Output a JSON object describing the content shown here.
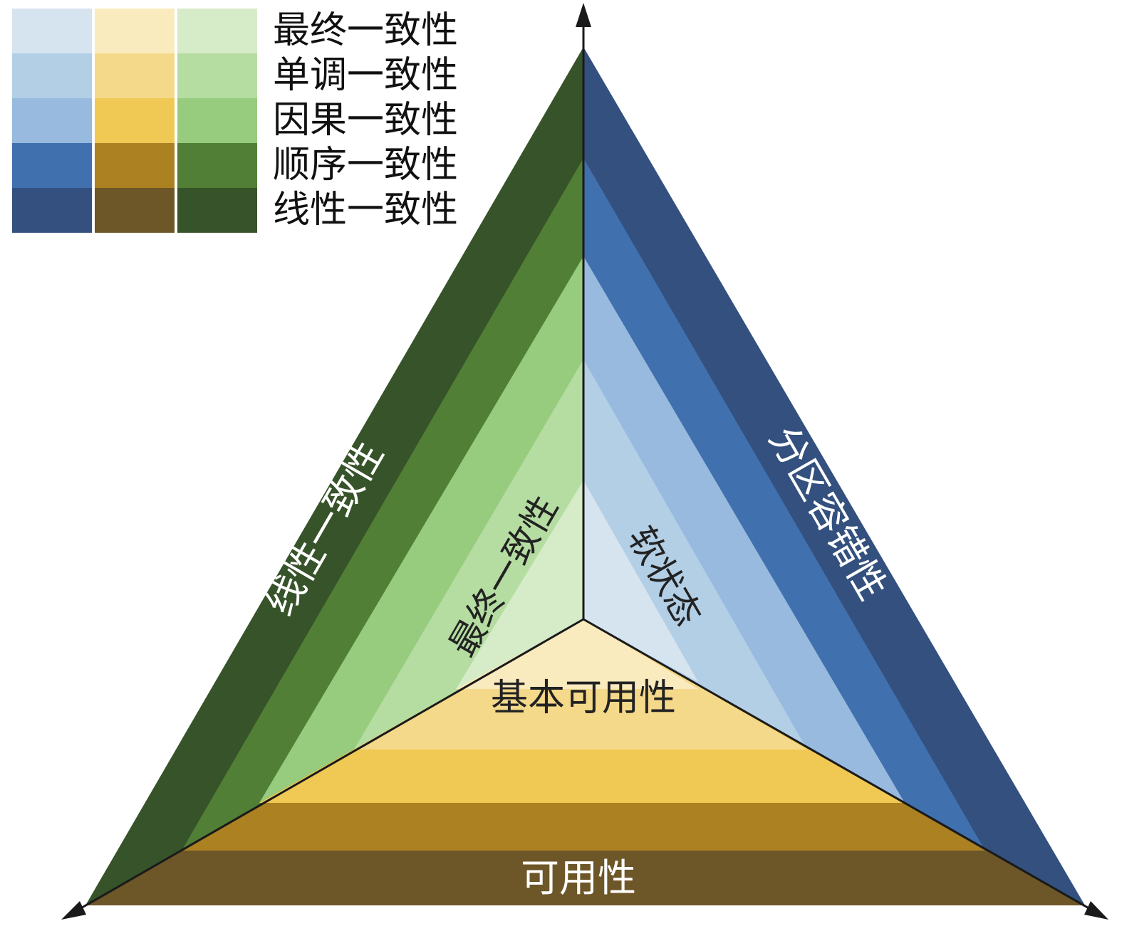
{
  "legend": {
    "rows": [
      {
        "label": "最终一致性",
        "colors": [
          "#d6e4f0",
          "#faebbe",
          "#d6ebc8"
        ]
      },
      {
        "label": "单调一致性",
        "colors": [
          "#b3cfe6",
          "#f5d98a",
          "#b5dda2"
        ]
      },
      {
        "label": "因果一致性",
        "colors": [
          "#97bade",
          "#f0c955",
          "#97cc7e"
        ]
      },
      {
        "label": "顺序一致性",
        "colors": [
          "#4070ae",
          "#ac8122",
          "#507f35"
        ]
      },
      {
        "label": "线性一致性",
        "colors": [
          "#33507e",
          "#6d5627",
          "#37532a"
        ]
      }
    ]
  },
  "labels": {
    "left_side": "线性一致性",
    "left_inner": "最终一致性",
    "right_side": "分区容错性",
    "right_inner": "软状态",
    "bottom_inner": "基本可用性",
    "bottom_side": "可用性"
  },
  "colors": {
    "axis": "#1a1a1a",
    "side_label": "#ffffff",
    "inner_label": "#222222"
  }
}
